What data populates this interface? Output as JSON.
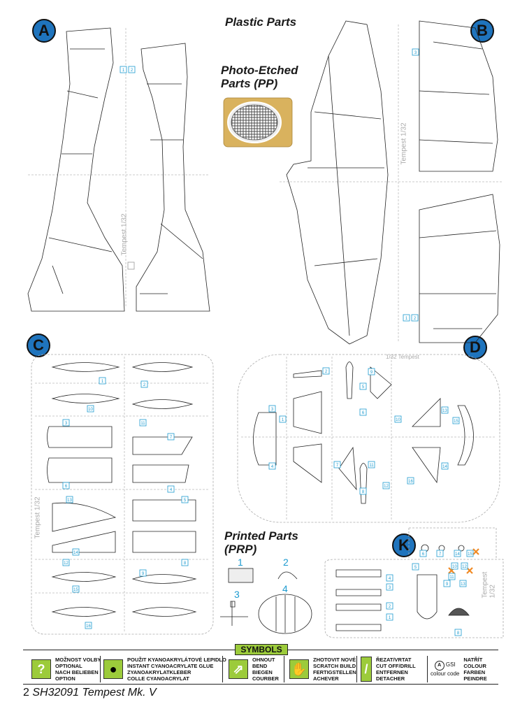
{
  "headings": {
    "plastic_parts": "Plastic Parts",
    "photo_etched": "Photo-Etched Parts (PP)",
    "printed_parts": "Printed Parts (PRP)"
  },
  "sprues": {
    "A": {
      "badge": "A",
      "label": "Tempest 1/32",
      "letter": "A",
      "parts": [
        "1",
        "2"
      ]
    },
    "B": {
      "badge": "B",
      "label": "Tempest 1/32",
      "letter": "B",
      "parts": [
        "1",
        "2",
        "3"
      ]
    },
    "C": {
      "badge": "C",
      "label": "Tempest 1/32",
      "letter": "C",
      "parts": [
        "1",
        "2",
        "3",
        "4",
        "5",
        "6",
        "7",
        "8",
        "9",
        "10",
        "11",
        "12",
        "13",
        "14",
        "15",
        "16"
      ]
    },
    "D": {
      "badge": "D",
      "label": "1/32 Tempest",
      "letter": "D",
      "parts": [
        "1",
        "2",
        "3",
        "4",
        "5",
        "6",
        "7",
        "8",
        "9",
        "10",
        "11",
        "12",
        "13",
        "14",
        "15",
        "16"
      ]
    },
    "K": {
      "badge": "K",
      "label": "Tempest 1/32",
      "letter": "K",
      "parts": [
        "1",
        "2",
        "3",
        "4",
        "5",
        "6",
        "7",
        "8",
        "9",
        "10",
        "11",
        "12",
        "13",
        "14",
        "15"
      ]
    }
  },
  "printed_parts": [
    "1",
    "2",
    "3",
    "4"
  ],
  "colors": {
    "badge": "#1f74bd",
    "part_number": "#1d9bd0",
    "symbol_green": "#9ccb3b",
    "pe_brass": "#d9b25e",
    "remove_mark": "#f08a24"
  },
  "symbols": {
    "title": "SYMBOLS",
    "items": [
      {
        "icon": "question-icon",
        "text": "MOŽNOST VOLBY\nOPTIONAL\nNACH BELIEBEN\nOPTION"
      },
      {
        "icon": "glue-drop-icon",
        "text": "POUŽIT KYANOAKRYLÁTOVÉ LEPIDLO\nINSTANT CYANOACRYLATE GLUE\nZYANOAKRYLATKLEBER\nCOLLE CYANOACRYLAT"
      },
      {
        "icon": "bend-icon",
        "text": "OHNOUT\nBEND\nBIEGEN\nCOURBER"
      },
      {
        "icon": "hand-icon",
        "text": "ZHOTOVIT NOVÉ\nSCRATCH BUILD\nFERTIGSTELLEN\nACHEVER"
      },
      {
        "icon": "cut-drill-icon",
        "text": "ŘEZAT/VRTAT\nCUT OFF/DRILL\nENTFERNEN\nDETACHER"
      },
      {
        "icon": "paint-icon",
        "gsi": "GSI",
        "gsi_sub": "colour code",
        "text": "NATŘÍT\nCOLOUR\nFARBEN\nPEINDRE"
      }
    ]
  },
  "footer": {
    "page": "2",
    "title": "SH32091 Tempest Mk. V"
  }
}
